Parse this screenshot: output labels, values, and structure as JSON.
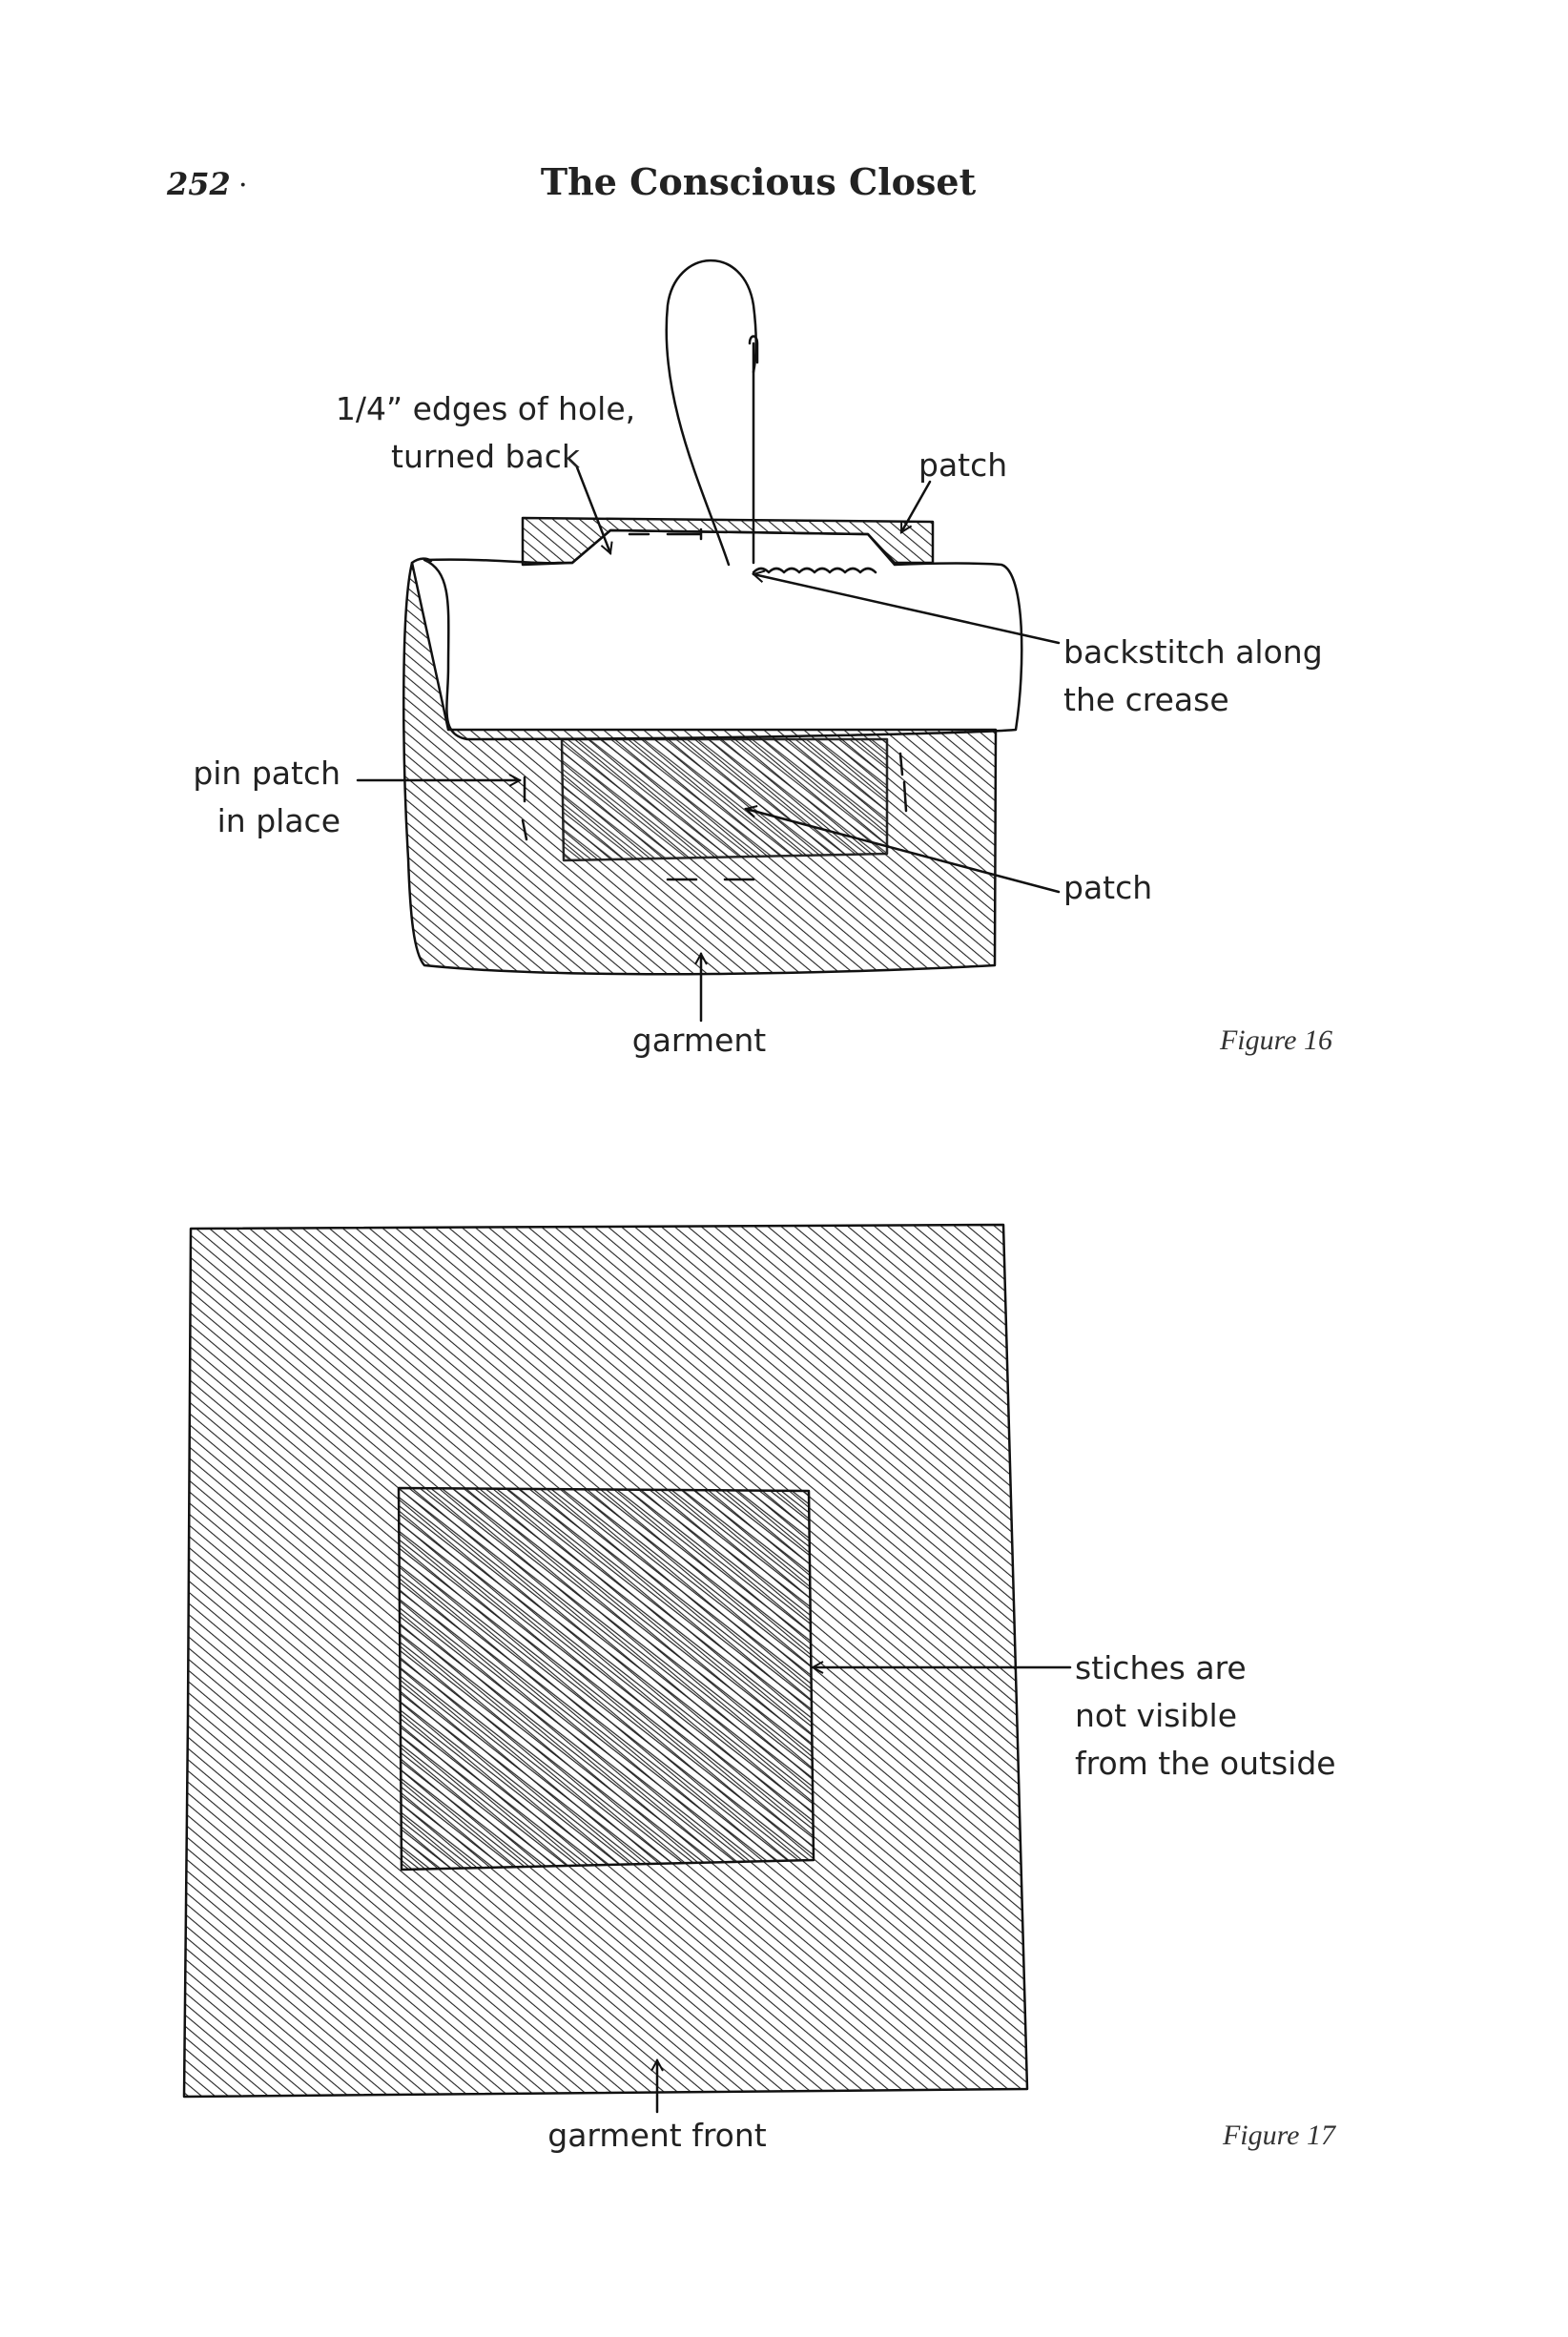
{
  "header": {
    "page_number": "252",
    "separator": "·",
    "book_title": "The Conscious Closet"
  },
  "figure16": {
    "caption": "Figure 16",
    "labels": {
      "edges_line1": "1/4” edges of hole,",
      "edges_line2": "turned back",
      "patch_top": "patch",
      "backstitch_line1": "backstitch along",
      "backstitch_line2": "the crease",
      "pin_line1": "pin patch",
      "pin_line2": "in place",
      "patch_inner": "patch",
      "garment": "garment"
    }
  },
  "figure17": {
    "caption": "Figure 17",
    "labels": {
      "stitches_line1": "stiches are",
      "stitches_line2": "not visible",
      "stitches_line3": "from the outside",
      "garment_front": "garment front"
    }
  }
}
